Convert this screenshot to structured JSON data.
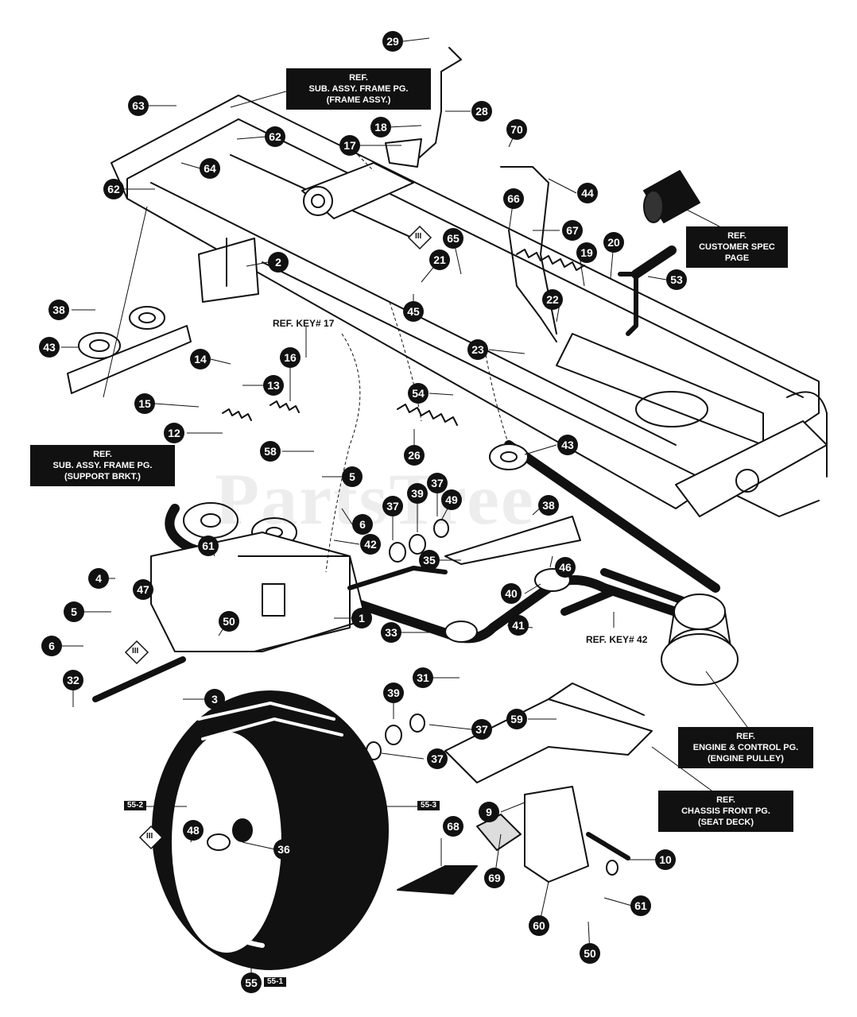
{
  "watermark": "PartsTree",
  "callouts": [
    {
      "id": "c29",
      "label": "29"
    },
    {
      "id": "c28",
      "label": "28"
    },
    {
      "id": "c63",
      "label": "63"
    },
    {
      "id": "c18",
      "label": "18"
    },
    {
      "id": "c62a",
      "label": "62"
    },
    {
      "id": "c17",
      "label": "17"
    },
    {
      "id": "c70",
      "label": "70"
    },
    {
      "id": "c64",
      "label": "64"
    },
    {
      "id": "c62b",
      "label": "62"
    },
    {
      "id": "c44",
      "label": "44"
    },
    {
      "id": "c66",
      "label": "66"
    },
    {
      "id": "c67",
      "label": "67"
    },
    {
      "id": "c65",
      "label": "65"
    },
    {
      "id": "c20",
      "label": "20"
    },
    {
      "id": "c2",
      "label": "2"
    },
    {
      "id": "c21",
      "label": "21"
    },
    {
      "id": "c19",
      "label": "19"
    },
    {
      "id": "c53",
      "label": "53"
    },
    {
      "id": "c38a",
      "label": "38"
    },
    {
      "id": "c22",
      "label": "22"
    },
    {
      "id": "c43a",
      "label": "43"
    },
    {
      "id": "c45",
      "label": "45"
    },
    {
      "id": "c23",
      "label": "23"
    },
    {
      "id": "c14",
      "label": "14"
    },
    {
      "id": "c16",
      "label": "16"
    },
    {
      "id": "c13",
      "label": "13"
    },
    {
      "id": "c15",
      "label": "15"
    },
    {
      "id": "c54",
      "label": "54"
    },
    {
      "id": "c43b",
      "label": "43"
    },
    {
      "id": "c12",
      "label": "12"
    },
    {
      "id": "c58",
      "label": "58"
    },
    {
      "id": "c26",
      "label": "26"
    },
    {
      "id": "c5a",
      "label": "5"
    },
    {
      "id": "c37a",
      "label": "37"
    },
    {
      "id": "c39a",
      "label": "39"
    },
    {
      "id": "c49",
      "label": "49"
    },
    {
      "id": "c37b",
      "label": "37"
    },
    {
      "id": "c6a",
      "label": "6"
    },
    {
      "id": "c38b",
      "label": "38"
    },
    {
      "id": "c42",
      "label": "42"
    },
    {
      "id": "c61a",
      "label": "61"
    },
    {
      "id": "c35",
      "label": "35"
    },
    {
      "id": "c46",
      "label": "46"
    },
    {
      "id": "c4",
      "label": "4"
    },
    {
      "id": "c47",
      "label": "47"
    },
    {
      "id": "c40",
      "label": "40"
    },
    {
      "id": "c5b",
      "label": "5"
    },
    {
      "id": "c1",
      "label": "1"
    },
    {
      "id": "c50a",
      "label": "50"
    },
    {
      "id": "c33",
      "label": "33"
    },
    {
      "id": "c41",
      "label": "41"
    },
    {
      "id": "c6b",
      "label": "6"
    },
    {
      "id": "c31",
      "label": "31"
    },
    {
      "id": "c32",
      "label": "32"
    },
    {
      "id": "c3",
      "label": "3"
    },
    {
      "id": "c39b",
      "label": "39"
    },
    {
      "id": "c37c",
      "label": "37"
    },
    {
      "id": "c59",
      "label": "59"
    },
    {
      "id": "c37d",
      "label": "37"
    },
    {
      "id": "c9",
      "label": "9"
    },
    {
      "id": "c48",
      "label": "48"
    },
    {
      "id": "c68",
      "label": "68"
    },
    {
      "id": "c36",
      "label": "36"
    },
    {
      "id": "c10",
      "label": "10"
    },
    {
      "id": "c69",
      "label": "69"
    },
    {
      "id": "c61b",
      "label": "61"
    },
    {
      "id": "c60",
      "label": "60"
    },
    {
      "id": "c50b",
      "label": "50"
    },
    {
      "id": "c55",
      "label": "55"
    }
  ],
  "refs": {
    "frame_assy": [
      "REF.",
      "SUB. ASSY. FRAME PG.",
      "(FRAME ASSY.)"
    ],
    "customer_spec": [
      "REF.",
      "CUSTOMER SPEC",
      "PAGE"
    ],
    "support_brkt": [
      "REF.",
      "SUB. ASSY. FRAME PG.",
      "(SUPPORT BRKT.)"
    ],
    "engine_pulley": [
      "REF.",
      "ENGINE & CONTROL PG.",
      "(ENGINE PULLEY)"
    ],
    "seat_deck": [
      "REF.",
      "CHASSIS FRONT PG.",
      "(SEAT DECK)"
    ],
    "key17": "REF. KEY# 17",
    "key42": "REF. KEY# 42"
  },
  "subtags": {
    "t552": "55-2",
    "t553": "55-3",
    "t551": "55-1"
  },
  "direction_mark": "III"
}
